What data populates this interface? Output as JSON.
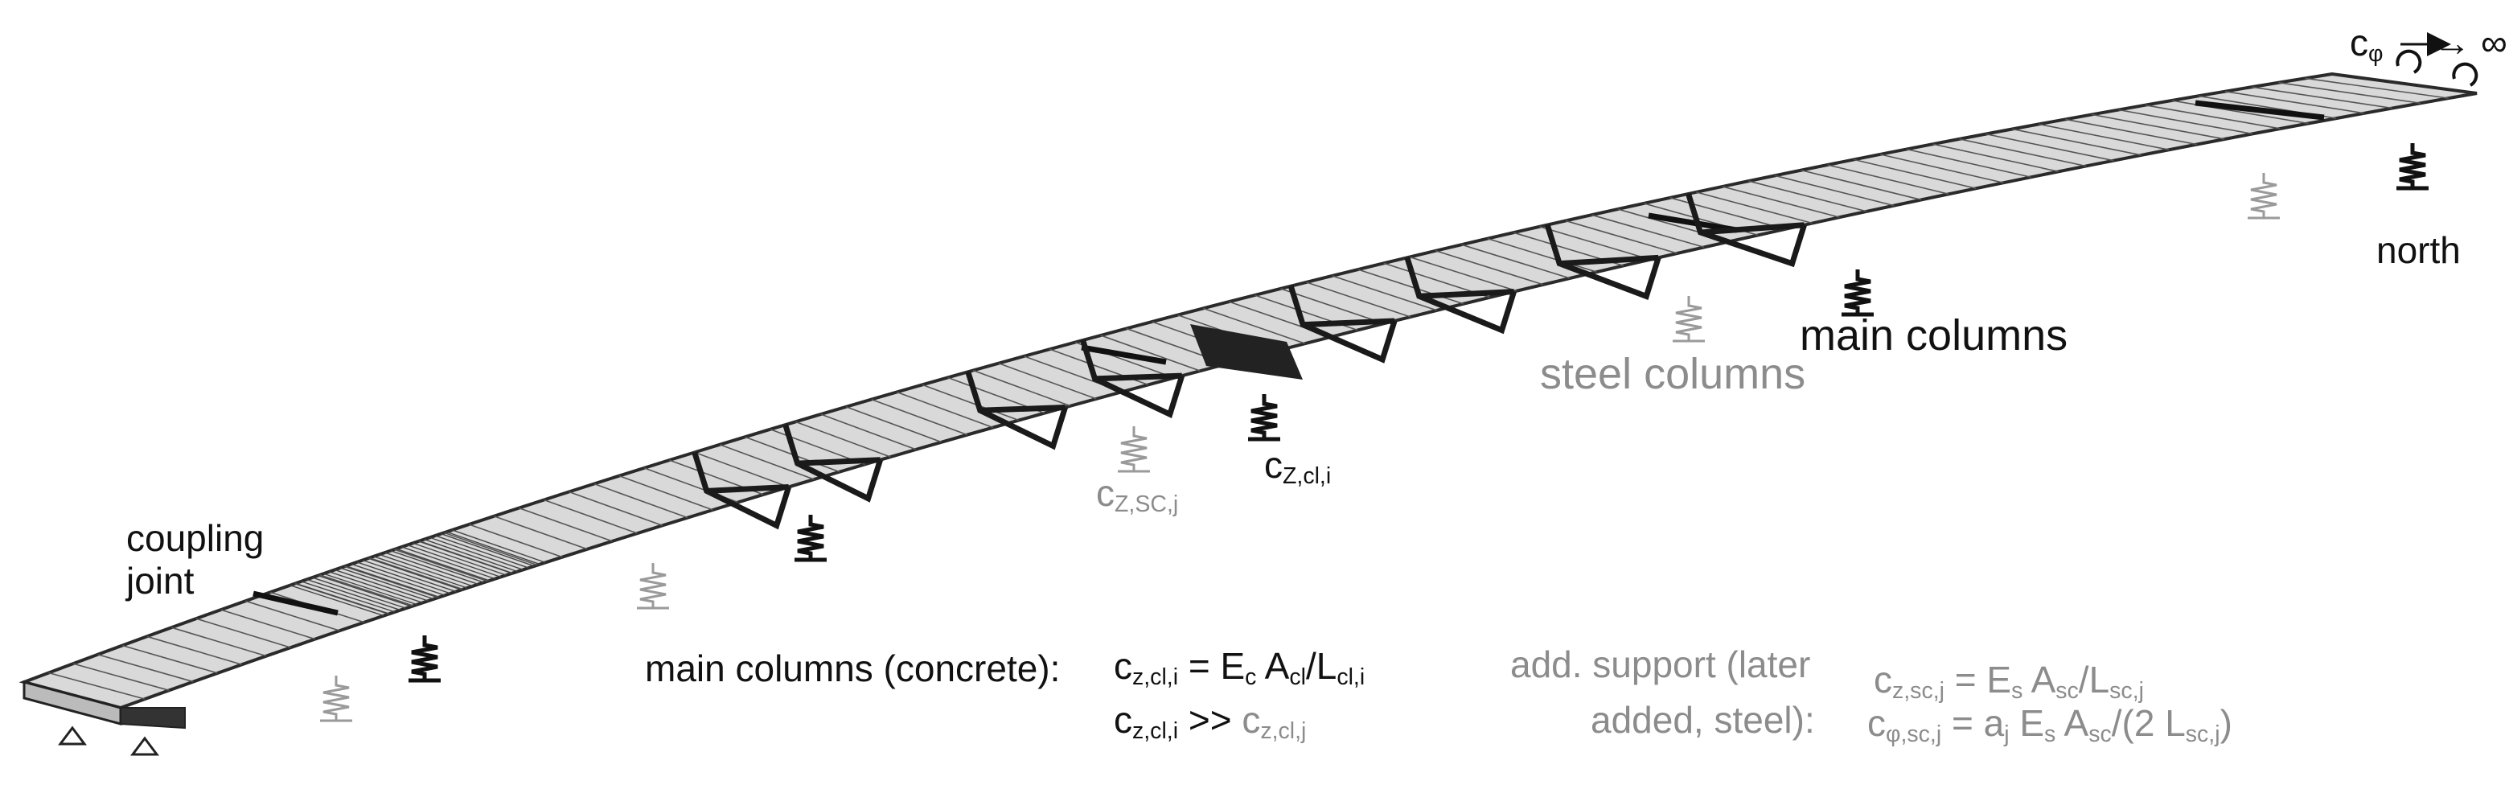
{
  "labels": {
    "coupling_line1": "coupling",
    "coupling_line2": "joint",
    "north": "north",
    "main_columns": "main columns",
    "steel_columns": "steel columns",
    "c_phi": "c",
    "c_phi_sub": "φ",
    "c_phi_arrow": "→ ∞",
    "cz_sc_j": "c",
    "cz_sc_j_sub": "Z,SC,j",
    "cz_cl_i": "c",
    "cz_cl_i_sub": "Z,cl,i"
  },
  "formulas": {
    "main_title": "main columns (concrete):",
    "eq1_lhs": "c",
    "eq1_lhs_sub": "z,cl,i",
    "eq1_eq": " = E",
    "eq1_ec_sub": "c",
    "eq1_a": " A",
    "eq1_a_sub": "cl",
    "eq1_slash": "/L",
    "eq1_l_sub": "cl,i",
    "eq2_lhs": "c",
    "eq2_lhs_sub": "z,cl,i",
    "eq2_op": " >> ",
    "eq2_rhs": "c",
    "eq2_rhs_sub": "z,cl,j",
    "add_line1": "add. support (later",
    "add_line2": "added, steel):",
    "eq3_lhs": "c",
    "eq3_lhs_sub": "z,sc,j",
    "eq3_eq": " = E",
    "eq3_es_sub": "s",
    "eq3_a": " A",
    "eq3_a_sub": "sc",
    "eq3_slash": "/L",
    "eq3_l_sub": "sc,j",
    "eq4_lhs": "c",
    "eq4_lhs_sub": "φ,sc,j",
    "eq4_eq": " = a",
    "eq4_a_sub": "j",
    "eq4_e": " E",
    "eq4_e_sub": "s",
    "eq4_A": " A",
    "eq4_A_sub": "sc",
    "eq4_tail": "/(2 L",
    "eq4_tail_sub": "sc,j",
    "eq4_close": ")"
  },
  "colors": {
    "deck_fill": "#d9d9d9",
    "deck_edge": "#2a2a2a",
    "main_spring": "#111111",
    "steel_spring": "#9a9a9a",
    "text_black": "#111111",
    "text_gray": "#8c8c8c"
  }
}
